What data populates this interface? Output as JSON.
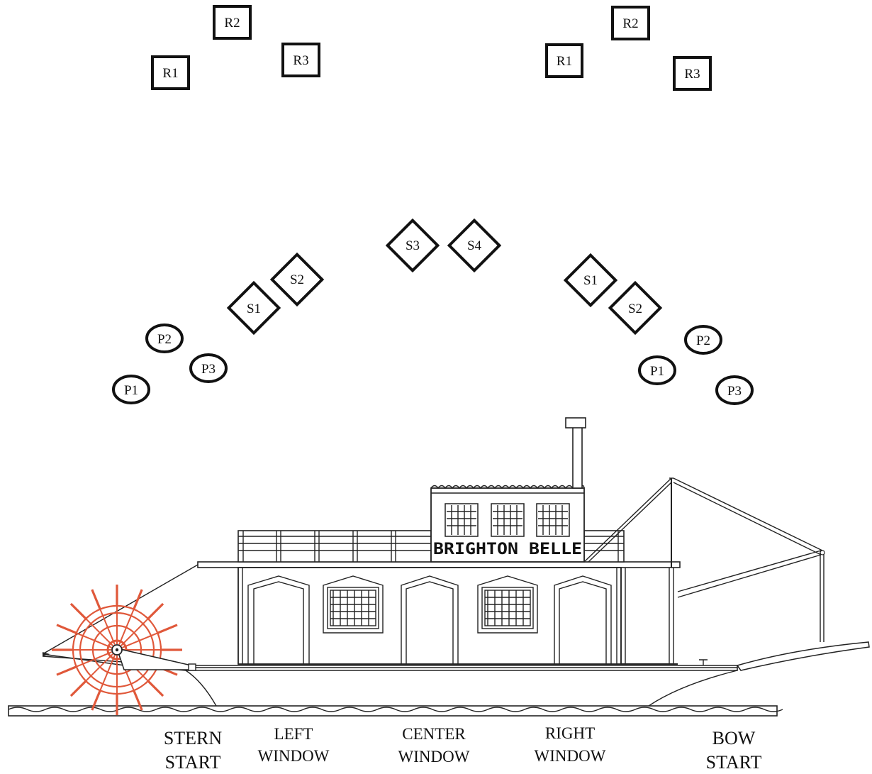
{
  "markers": {
    "left": {
      "R1": "R1",
      "R2": "R2",
      "R3": "R3",
      "S1": "S1",
      "S2": "S2",
      "P1": "P1",
      "P2": "P2",
      "P3": "P3"
    },
    "center": {
      "S3": "S3",
      "S4": "S4"
    },
    "right": {
      "R1": "R1",
      "R2": "R2",
      "R3": "R3",
      "S1": "S1",
      "S2": "S2",
      "P1": "P1",
      "P2": "P2",
      "P3": "P3"
    }
  },
  "boat": {
    "name": "BRIGHTON BELLE",
    "paddle_color": "#e0583a"
  },
  "positions": {
    "stern_l1": "STERN",
    "stern_l2": "START",
    "left_l1": "LEFT",
    "left_l2": "WINDOW",
    "center_l1": "CENTER",
    "center_l2": "WINDOW",
    "right_l1": "RIGHT",
    "right_l2": "WINDOW",
    "bow_l1": "BOW",
    "bow_l2": "START"
  }
}
